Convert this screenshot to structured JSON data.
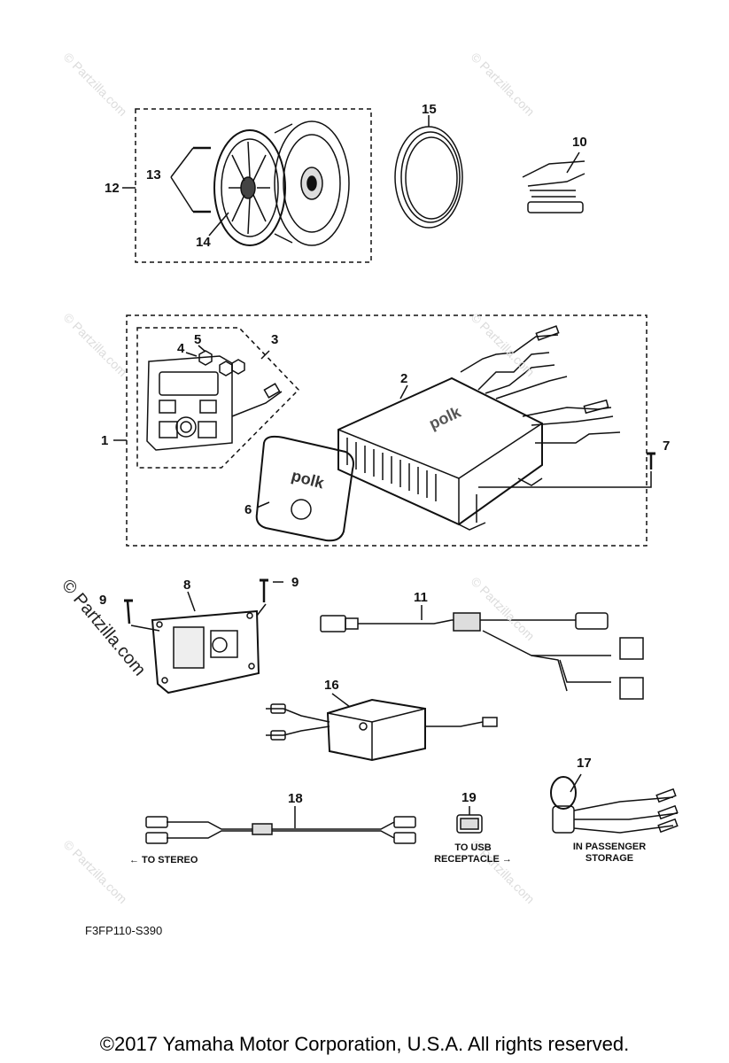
{
  "callouts": {
    "c1": "1",
    "c2": "2",
    "c3": "3",
    "c4": "4",
    "c5": "5",
    "c6": "6",
    "c7": "7",
    "c8": "8",
    "c9a": "9",
    "c9b": "9",
    "c10": "10",
    "c11": "11",
    "c12": "12",
    "c13": "13",
    "c14": "14",
    "c15": "15",
    "c16": "16",
    "c17": "17",
    "c18": "18",
    "c19": "19"
  },
  "notes": {
    "to_stereo": "← TO STEREO",
    "to_usb_line1": "TO USB",
    "to_usb_line2": "RECEPTACLE →",
    "passenger_line1": "IN PASSENGER",
    "passenger_line2": "STORAGE"
  },
  "diagram_code": "F3FP110-S390",
  "copyright": "©2017  Yamaha Motor Corporation, U.S.A. All rights reserved.",
  "watermark": "© Partzilla.com",
  "brand_text": "polk",
  "colors": {
    "line": "#111111",
    "watermark": "#dcdcdc"
  }
}
